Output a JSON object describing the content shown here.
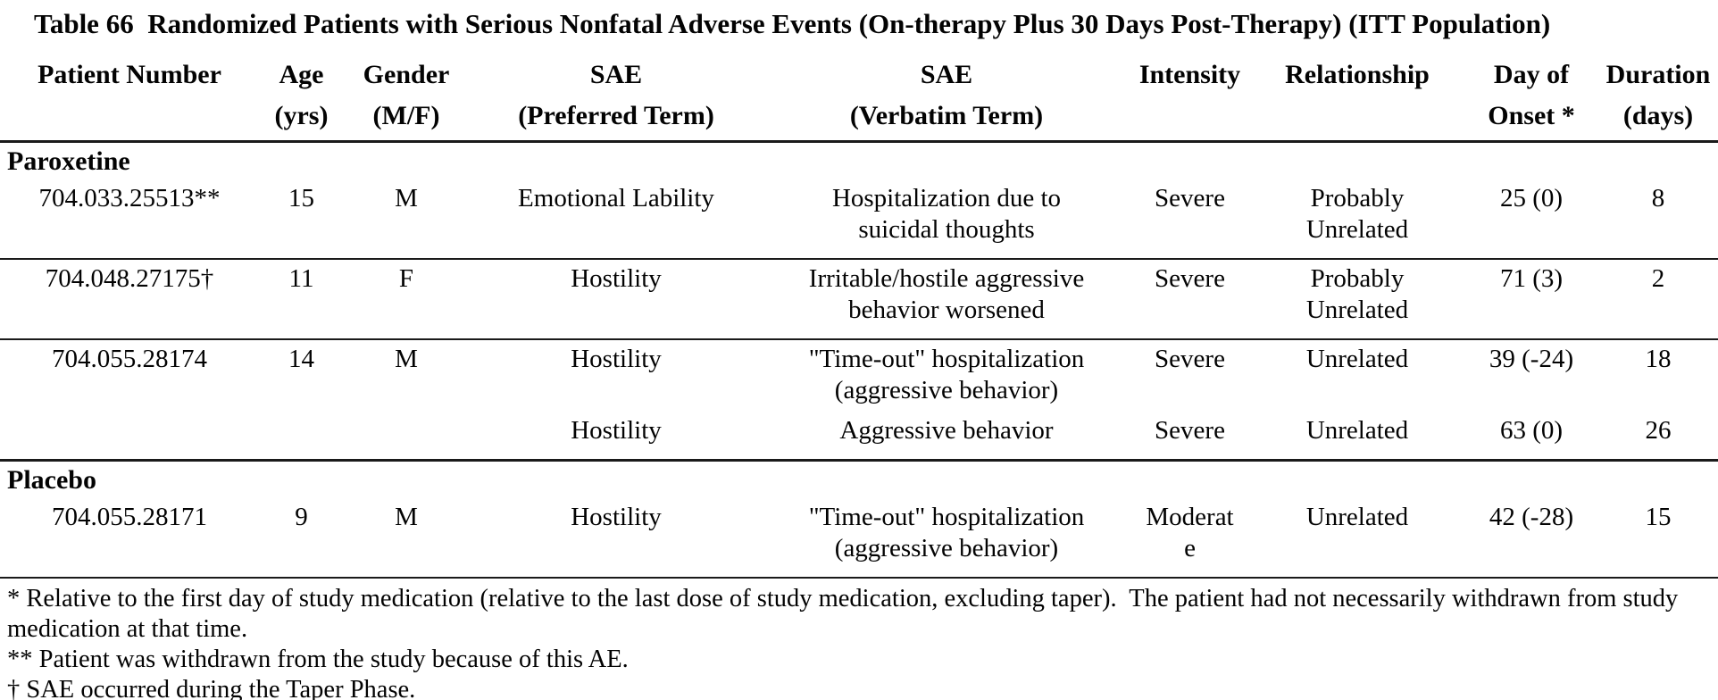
{
  "title": "Table 66  Randomized Patients with Serious Nonfatal Adverse Events (On-therapy Plus 30 Days Post-Therapy) (ITT Population)",
  "table": {
    "headers": [
      "Patient Number",
      "Age\n(yrs)",
      "Gender\n(M/F)",
      "SAE\n(Preferred Term)",
      "SAE\n(Verbatim Term)",
      "Intensity",
      "Relationship",
      "Day of\nOnset *",
      "Duration\n(days)"
    ],
    "groups": [
      {
        "name": "Paroxetine",
        "rows": [
          [
            "704.033.25513**",
            "15",
            "M",
            "Emotional Lability",
            "Hospitalization due to\nsuicidal thoughts",
            "Severe",
            "Probably\nUnrelated",
            "25 (0)",
            "8"
          ],
          [
            "704.048.27175†",
            "11",
            "F",
            "Hostility",
            "Irritable/hostile aggressive\nbehavior worsened",
            "Severe",
            "Probably\nUnrelated",
            "71 (3)",
            "2"
          ],
          [
            "704.055.28174",
            "14",
            "M",
            "Hostility",
            "\"Time-out\" hospitalization\n(aggressive behavior)",
            "Severe",
            "Unrelated",
            "39 (-24)",
            "18"
          ],
          [
            "",
            "",
            "",
            "Hostility",
            "Aggressive behavior",
            "Severe",
            "Unrelated",
            "63 (0)",
            "26"
          ]
        ]
      },
      {
        "name": "Placebo",
        "rows": [
          [
            "704.055.28171",
            "9",
            "M",
            "Hostility",
            "\"Time-out\" hospitalization\n(aggressive behavior)",
            "Moderat\ne",
            "Unrelated",
            "42 (-28)",
            "15"
          ]
        ]
      }
    ]
  },
  "footnotes": [
    "* Relative to the first day of study medication (relative to the last dose of study medication, excluding taper).  The patient had not necessarily withdrawn from study medication at that time.",
    "** Patient was withdrawn from the study because of this AE.",
    "† SAE occurred during the Taper Phase."
  ]
}
